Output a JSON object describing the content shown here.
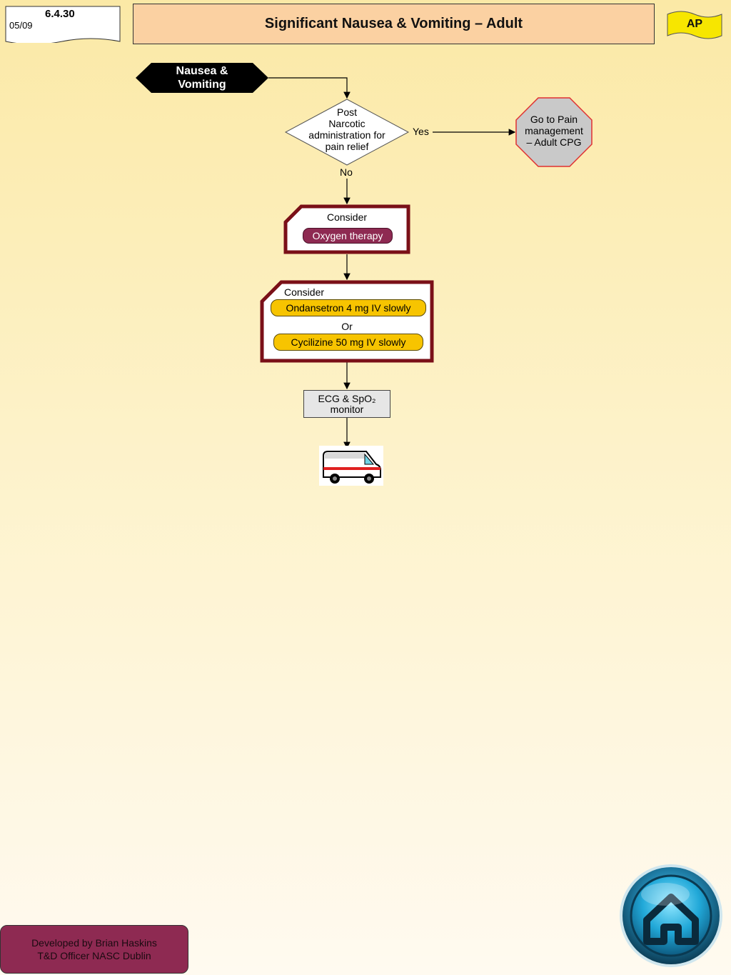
{
  "header": {
    "ref_code": "6.4.30",
    "ref_date": "05/09",
    "title": "Significant Nausea & Vomiting – Adult",
    "level_badge": "AP"
  },
  "flowchart": {
    "start_line1": "Nausea &",
    "start_line2": "Vomiting",
    "decision_lines": [
      "Post",
      "Narcotic",
      "administration for",
      "pain relief"
    ],
    "yes_label": "Yes",
    "no_label": "No",
    "pain_lines": [
      "Go to Pain",
      "management",
      "– Adult CPG"
    ],
    "consider_1": "Consider",
    "oxygen_label": "Oxygen therapy",
    "consider_2": "Consider",
    "ondansetron_label": "Ondansetron 4 mg IV slowly",
    "or_label": "Or",
    "cyclizine_label": "Cycilizine 50 mg IV slowly",
    "monitor_line1": "ECG & SpO₂",
    "monitor_line2": "monitor"
  },
  "footer": {
    "line1": "Developed by Brian Haskins",
    "line2": "T&D Officer NASC Dublin"
  },
  "icons": {
    "transport": "ambulance-icon",
    "home": "home-icon"
  },
  "colors": {
    "title_bar": "#fbd1a2",
    "badge": "#f7e600",
    "pain_octagon": "#c9c9c9",
    "octagon_border": "#e03030",
    "maroon": "#7a1018",
    "oxygen_pill": "#8e2a52",
    "drug_pill": "#f7c400",
    "footer": "#8e2a52",
    "home_ring": "#1f7fa8"
  }
}
